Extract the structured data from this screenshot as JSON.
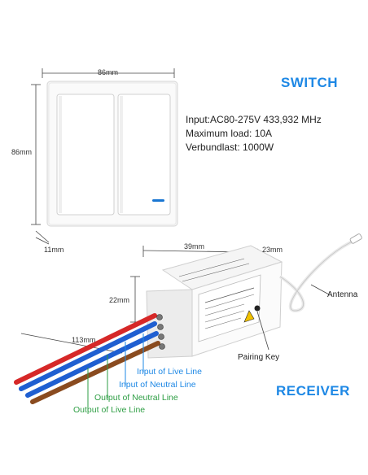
{
  "switch": {
    "title": "SWITCH",
    "width_label": "86mm",
    "height_label": "86mm",
    "depth_label": "11mm",
    "specs": [
      "Input:AC80-275V  433,932 MHz",
      "Maximum load: 10A",
      "Verbundlast: 1000W"
    ]
  },
  "receiver": {
    "title": "RECEIVER",
    "length_label": "39mm",
    "depth_label": "23mm",
    "height_label": "22mm",
    "wire_length_label": "113mm",
    "antenna_label": "Antenna",
    "pairing_key_label": "Pairing Key",
    "wire_labels": [
      {
        "text": "Input of Live Line",
        "color": "#1e88e5"
      },
      {
        "text": "Input of Neutral Line",
        "color": "#1e88e5"
      },
      {
        "text": "Output of Neutral Line",
        "color": "#2e9e44"
      },
      {
        "text": "Output of Live Line",
        "color": "#2e9e44"
      }
    ]
  },
  "colors": {
    "accent": "#1e88e5",
    "green": "#2e9e44",
    "led": "#1976d2"
  }
}
